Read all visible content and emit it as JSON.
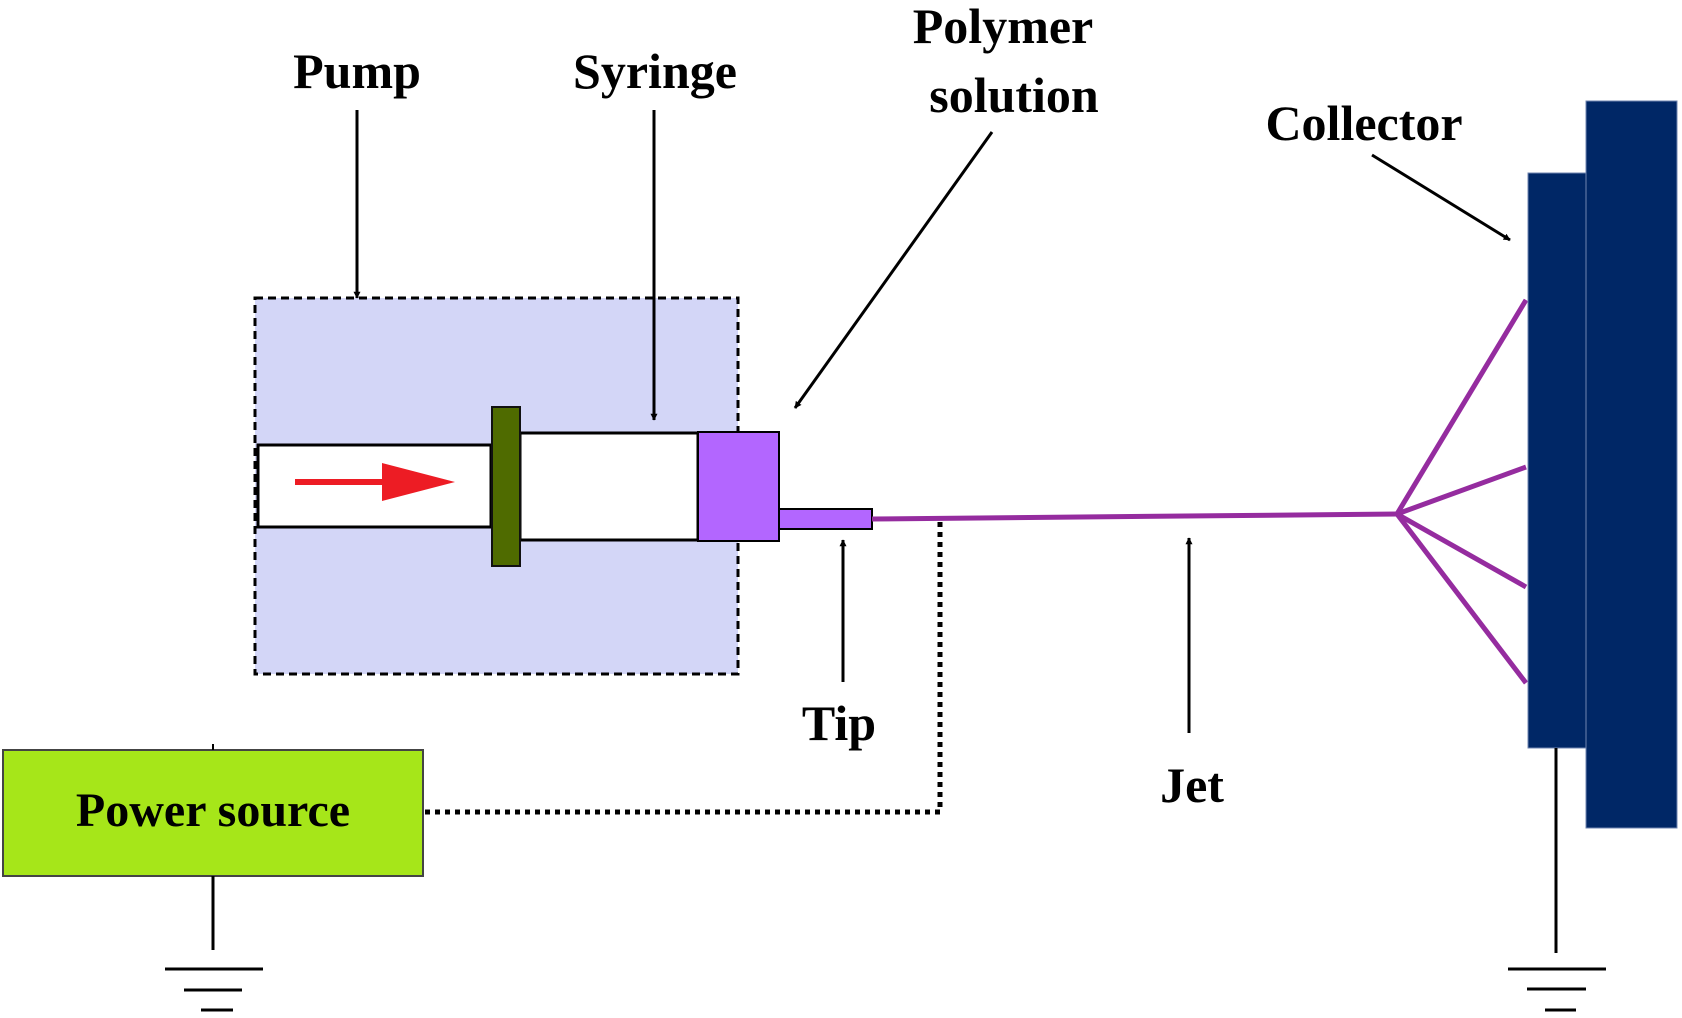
{
  "title": "Electrospinning setup schematic",
  "labels": {
    "pump": "Pump",
    "syringe": "Syringe",
    "polymer_solution_line1": "Polymer",
    "polymer_solution_line2": "solution",
    "collector": "Collector",
    "tip": "Tip",
    "jet": "Jet",
    "power_source": "Power source"
  },
  "colors": {
    "pump_fill": "#d3d6f7",
    "flange": "#4f6b00",
    "polymer": "#b366ff",
    "jet": "#952c9f",
    "collector": "#002766",
    "power_source": "#a6e619",
    "flow_arrow": "#ed1c24",
    "line": "#000000"
  },
  "jet_fibers": 4
}
